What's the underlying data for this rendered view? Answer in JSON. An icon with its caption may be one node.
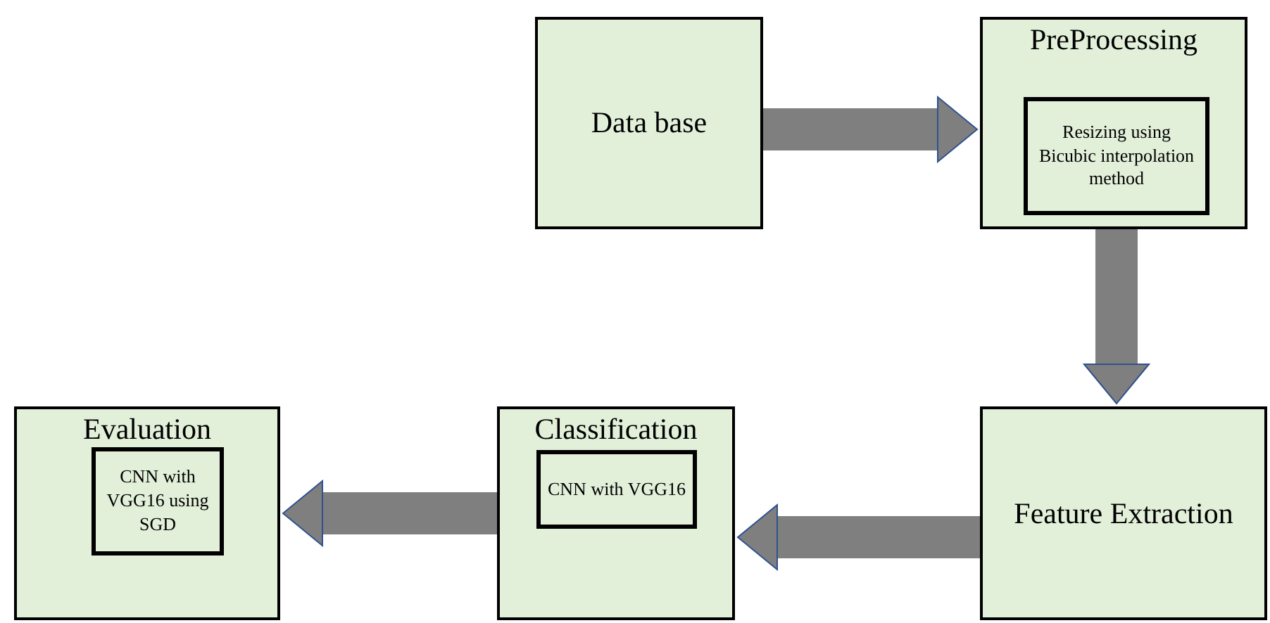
{
  "diagram": {
    "nodes": [
      {
        "text": [
          "Data base"
        ]
      },
      {
        "text": [
          "PreProcessing"
        ]
      },
      {
        "text": [
          "Resizing using Bicubic interpolation method"
        ],
        "in": 1
      },
      {
        "text": [
          "Feature Extraction"
        ]
      },
      {
        "text": [
          "Classification"
        ]
      },
      {
        "text": [
          "CNN with VGG16"
        ],
        "in": 4
      },
      {
        "text": [
          "Evaluation"
        ]
      },
      {
        "text": [
          "CNN with VGG16 using SGD"
        ],
        "in": 6
      }
    ],
    "edges": [
      {
        "from": 0,
        "to": 1,
        "arrow": "to"
      },
      {
        "from": 1,
        "to": 3,
        "arrow": "to"
      },
      {
        "from": 3,
        "to": 4,
        "arrow": "to"
      },
      {
        "from": 4,
        "to": 6,
        "arrow": "to"
      }
    ]
  }
}
